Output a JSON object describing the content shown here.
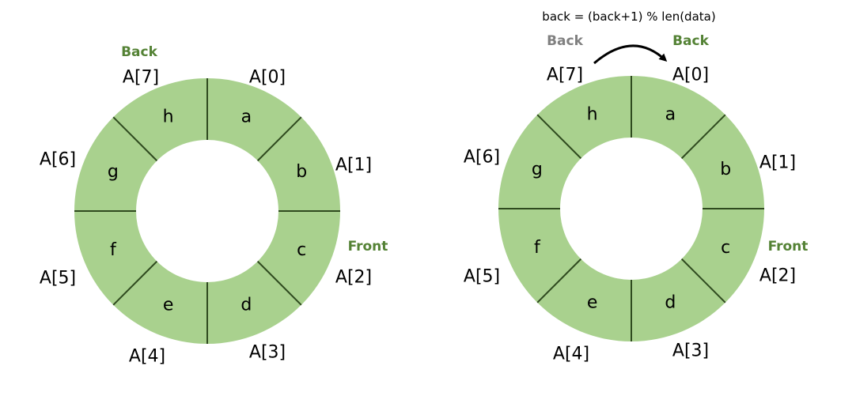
{
  "colors": {
    "ring_fill": "#a9d18e",
    "divider": "#2f4a1f",
    "tag_green": "#548235",
    "tag_gray": "#808080",
    "text": "#000000"
  },
  "left": {
    "cells": [
      "a",
      "b",
      "c",
      "d",
      "e",
      "f",
      "g",
      "h"
    ],
    "indices": [
      "A[0]",
      "A[1]",
      "A[2]",
      "A[3]",
      "A[4]",
      "A[5]",
      "A[6]",
      "A[7]"
    ],
    "back_label": "Back",
    "front_label": "Front"
  },
  "right": {
    "cells": [
      "a",
      "b",
      "c",
      "d",
      "e",
      "f",
      "g",
      "h"
    ],
    "indices": [
      "A[0]",
      "A[1]",
      "A[2]",
      "A[3]",
      "A[4]",
      "A[5]",
      "A[6]",
      "A[7]"
    ],
    "old_back_label": "Back",
    "new_back_label": "Back",
    "front_label": "Front",
    "formula": "back  =  (back+1)  %  len(data)"
  }
}
